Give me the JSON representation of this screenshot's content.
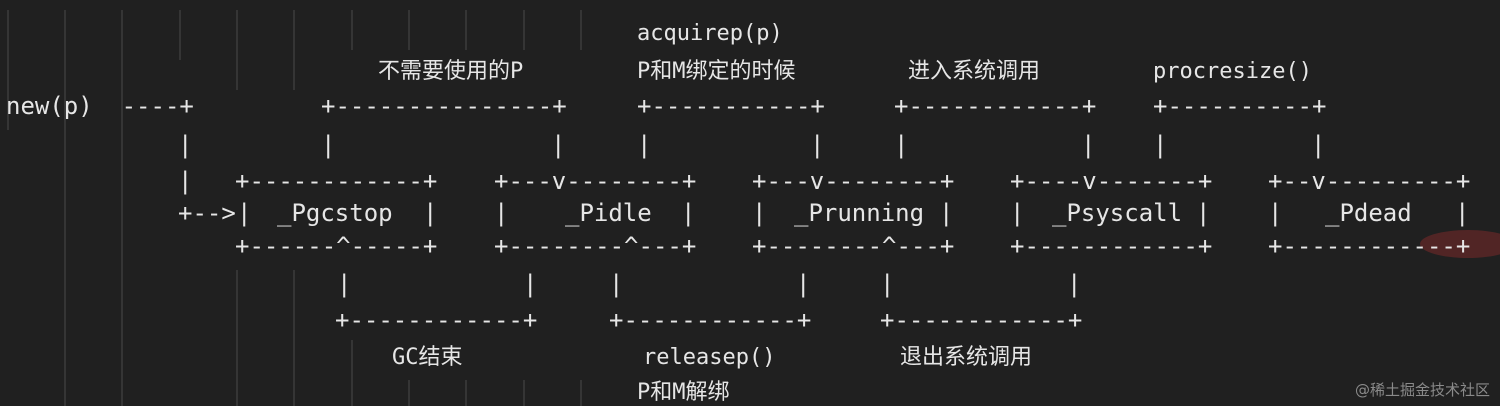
{
  "states": {
    "pgcstop": "_Pgcstop",
    "pidle": "_Pidle",
    "prunning": "_Prunning",
    "psyscall": "_Psyscall",
    "pdead": "_Pdead"
  },
  "transitions": {
    "new_p": "new(p)",
    "not_needed": "不需要使用的P",
    "acquirep": "acquirep(p)",
    "bind": "P和M绑定的时候",
    "enter_syscall": "进入系统调用",
    "procresize": "procresize()",
    "gc_end": "GC结束",
    "releasep": "releasep()",
    "unbind": "P和M解绑",
    "exit_syscall": "退出系统调用"
  },
  "ascii": {
    "l1": "new(p)  ----+",
    "l2": "|",
    "l3": "|",
    "l4": "+-->",
    "top_connector_a": "+---------------+",
    "top_connector_b": "+-----------+",
    "top_connector_c": "+------------+",
    "top_connector_d": "+----------+",
    "pipe": "|",
    "box1_top": "+------------+",
    "box1_bot": "+------^-----+",
    "box2_top": "+---v--------+",
    "box2_bot": "+--------^---+",
    "box3_top": "+---v--------+",
    "box3_bot": "+--------^---+",
    "box4_top": "+----v-------+",
    "box4_bot": "+------------+",
    "box5_top": "+--v---------+",
    "box5_bot": "+------------+",
    "bottom_connector": "+------------+"
  },
  "watermark": "@稀土掘金技术社区"
}
